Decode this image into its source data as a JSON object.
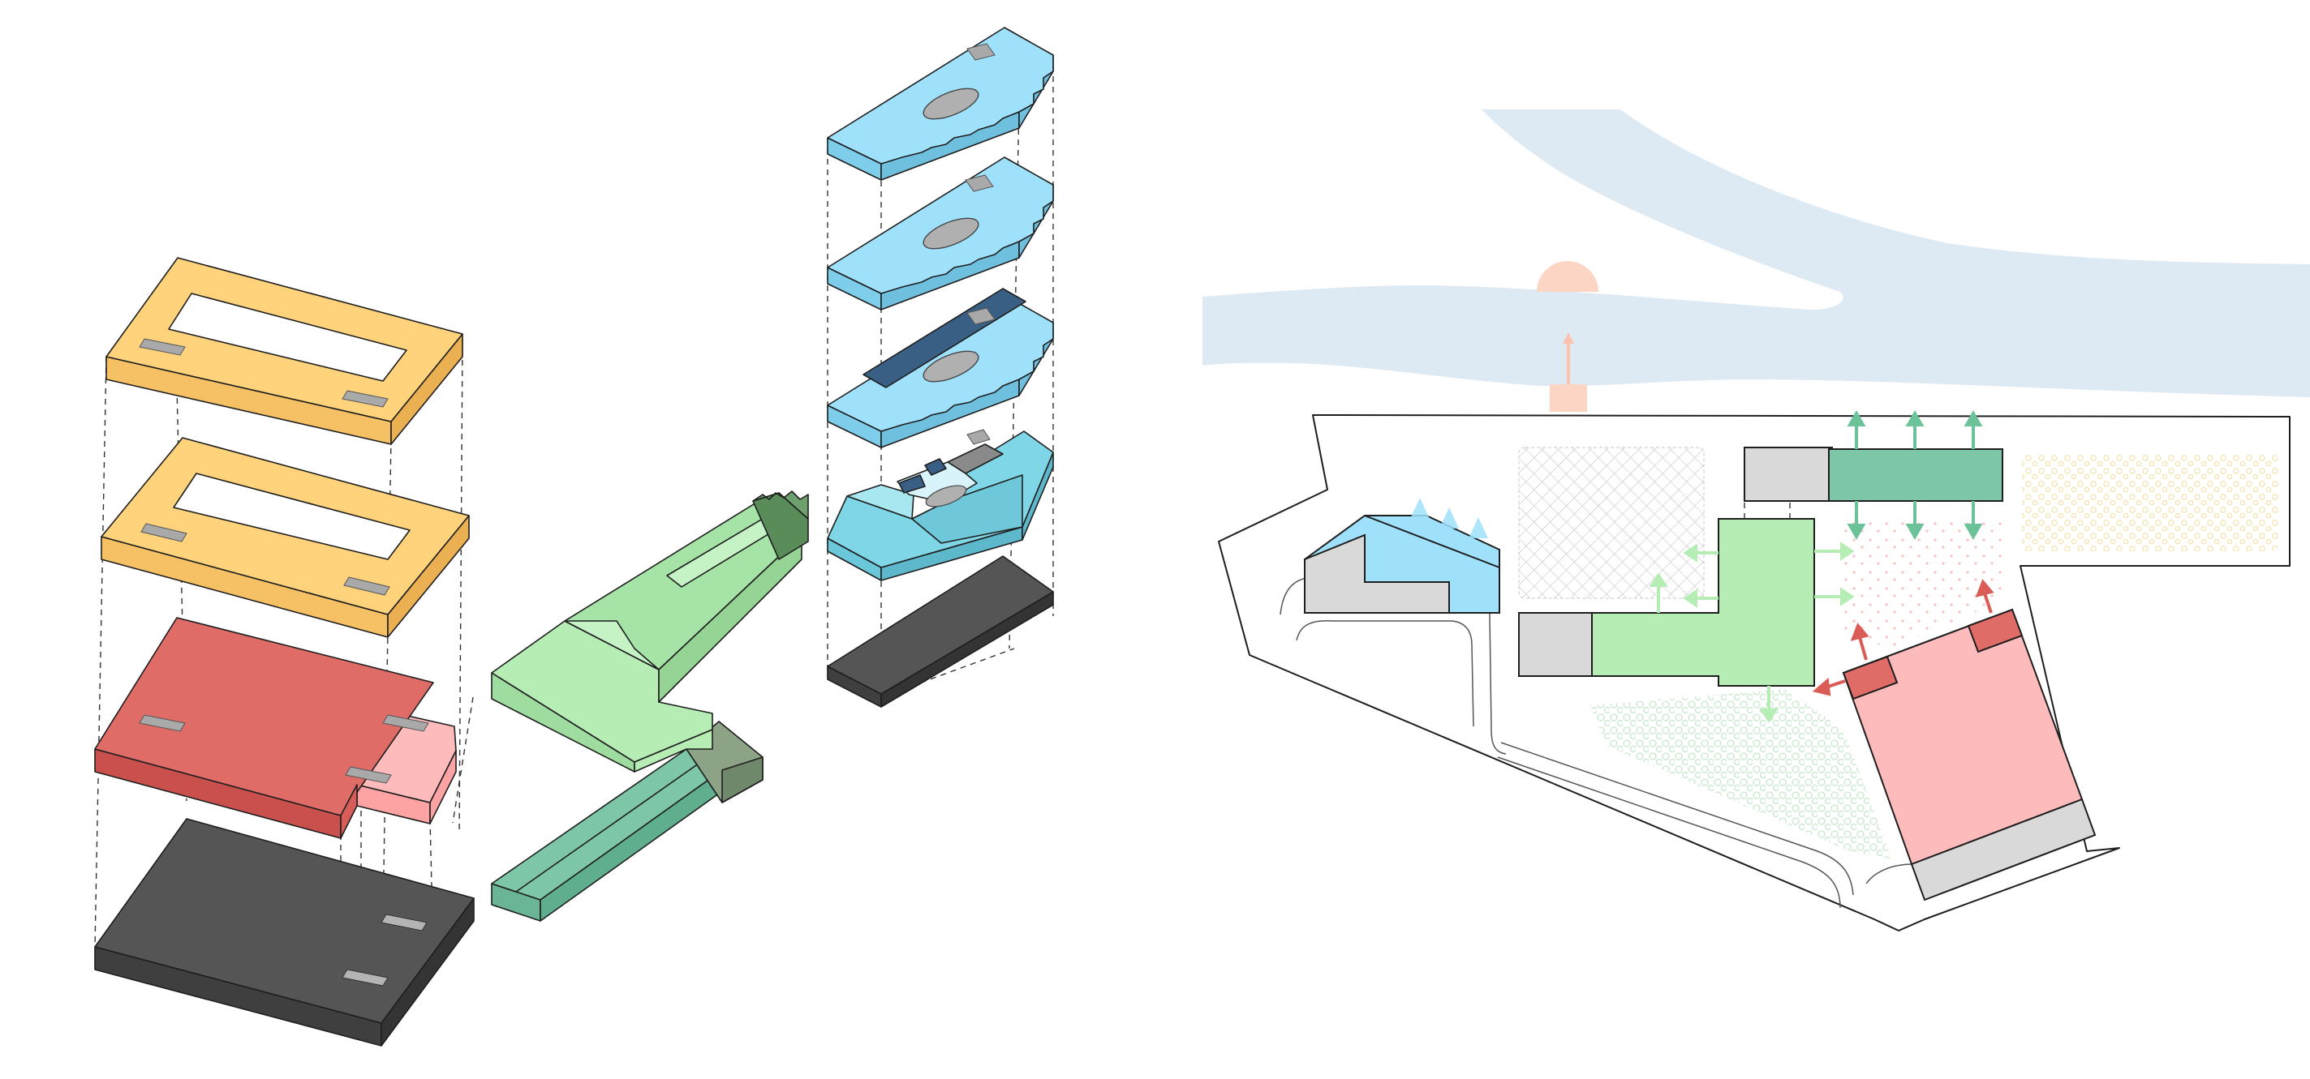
{
  "palette": {
    "yellow": "#fed37c",
    "yellow_side": "#f5c164",
    "red": "#e06c67",
    "red_side": "#c9504c",
    "pink": "#fea3a3",
    "pink_light": "#fdbbbb",
    "dark": "#555555",
    "dark_side": "#3f3f3f",
    "light_green": "#b5edb5",
    "mid_green": "#7dc6a8",
    "dark_green": "#5a8c5a",
    "olive": "#8ca385",
    "sky": "#9fe1fb",
    "sky_side": "#7ecdea",
    "cyan": "#7fd6e6",
    "navy": "#3a5f84",
    "gray": "#cfcfcf",
    "river": "#dde9f3",
    "salmon": "#fcd5c5",
    "arrow_green": "#6cc39a",
    "arrow_red": "#d95c56"
  },
  "parts": {
    "left_axonometric": [
      "yellow-ring-top",
      "yellow-ring-second",
      "red-slab",
      "dark-base-slab"
    ],
    "middle_axonometric": [
      "green-l-shaped-building",
      "teal-wing",
      "dark-green-roof-mass"
    ],
    "right_axonometric": [
      "blue-floor-1",
      "blue-floor-2",
      "blue-floor-3",
      "cyan-ground-floor",
      "dark-foundation"
    ],
    "site_plan": [
      "river",
      "site-boundary",
      "blue-building",
      "green-building",
      "teal-building",
      "pink-building",
      "hatched-court",
      "dotted-area-yellow",
      "dotted-area-green",
      "dotted-area-pink"
    ]
  }
}
